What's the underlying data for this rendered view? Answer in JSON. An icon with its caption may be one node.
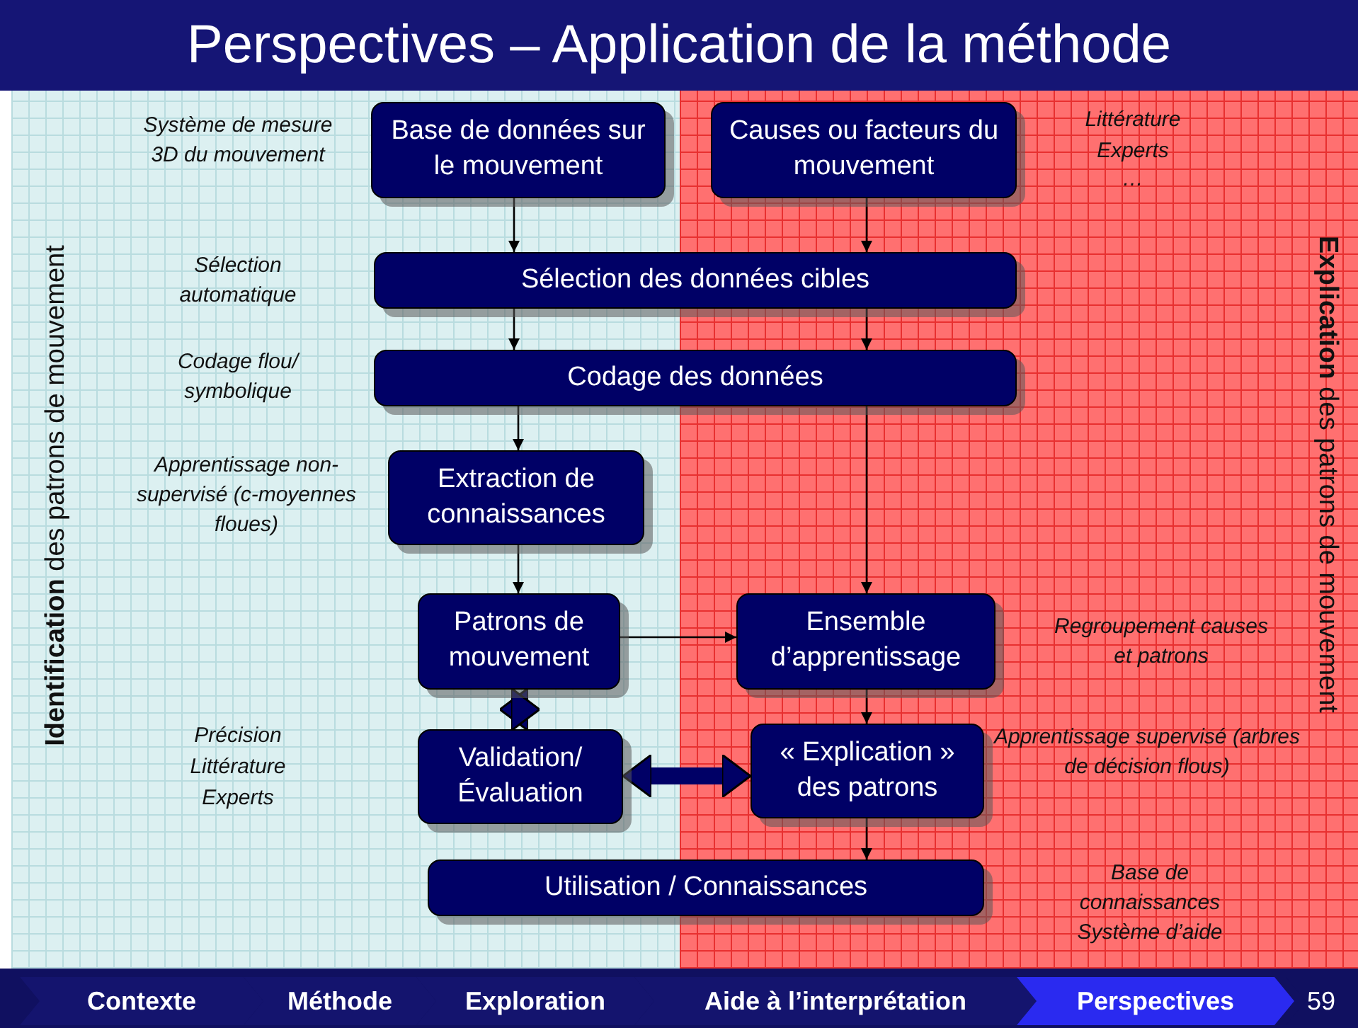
{
  "diagram": {
    "title": "Perspectives – Application de la méthode",
    "nodes": [
      {
        "text": [
          "Base de données sur le mouvement"
        ]
      },
      {
        "text": [
          "Causes ou facteurs du mouvement"
        ]
      },
      {
        "text": [
          "Sélection des données cibles"
        ]
      },
      {
        "text": [
          "Codage des données"
        ]
      },
      {
        "text": [
          "Extraction de connaissances"
        ]
      },
      {
        "text": [
          "Patrons de mouvement"
        ]
      },
      {
        "text": [
          "Ensemble d’apprentissage"
        ]
      },
      {
        "text": [
          "Validation/ Évaluation"
        ]
      },
      {
        "text": [
          "« Explication » des patrons"
        ]
      },
      {
        "text": [
          "Utilisation / Connaissances"
        ]
      },
      {
        "text": [
          "Contexte"
        ]
      },
      {
        "text": [
          "Méthode"
        ]
      },
      {
        "text": [
          "Exploration"
        ]
      },
      {
        "text": [
          "Aide à l’interprétation"
        ]
      },
      {
        "text": [
          "Perspectives"
        ]
      },
      {
        "text": [
          "59"
        ]
      }
    ],
    "edges": [
      {
        "from": 0,
        "to": 2,
        "arrow": "to"
      },
      {
        "from": 1,
        "to": 2,
        "arrow": "to"
      },
      {
        "from": 2,
        "to": 3,
        "arrow": "to"
      },
      {
        "from": 2,
        "to": 3,
        "arrow": "to"
      },
      {
        "from": 3,
        "to": 4,
        "arrow": "to"
      },
      {
        "from": 3,
        "to": 6,
        "arrow": "to"
      },
      {
        "from": 4,
        "to": 5,
        "arrow": "to"
      },
      {
        "from": 5,
        "to": 6,
        "arrow": "to"
      },
      {
        "from": 5,
        "to": 7,
        "arrow": "both",
        "style": "thick",
        "color": "#000066"
      },
      {
        "from": 7,
        "to": 8,
        "arrow": "both",
        "style": "thick",
        "color": "#000066"
      },
      {
        "from": 6,
        "to": 8,
        "arrow": "to"
      },
      {
        "from": 8,
        "to": 9,
        "arrow": "to"
      }
    ],
    "labels": [
      "Système de mesure 3D du mouvement",
      "Sélection automatique",
      "Codage flou/ symbolique",
      "Apprentissage non-supervisé (c-moyennes floues)",
      "Précision",
      "Littérature",
      "Experts",
      "Littérature",
      "Experts",
      "…",
      "Regroupement causes et patrons",
      "Apprentissage supervisé (arbres de décision flous)",
      "Base de connaissances",
      "Système d’aide",
      "**Identification** des patrons de mouvement",
      "**Explication** des patrons de mouvement"
    ]
  }
}
